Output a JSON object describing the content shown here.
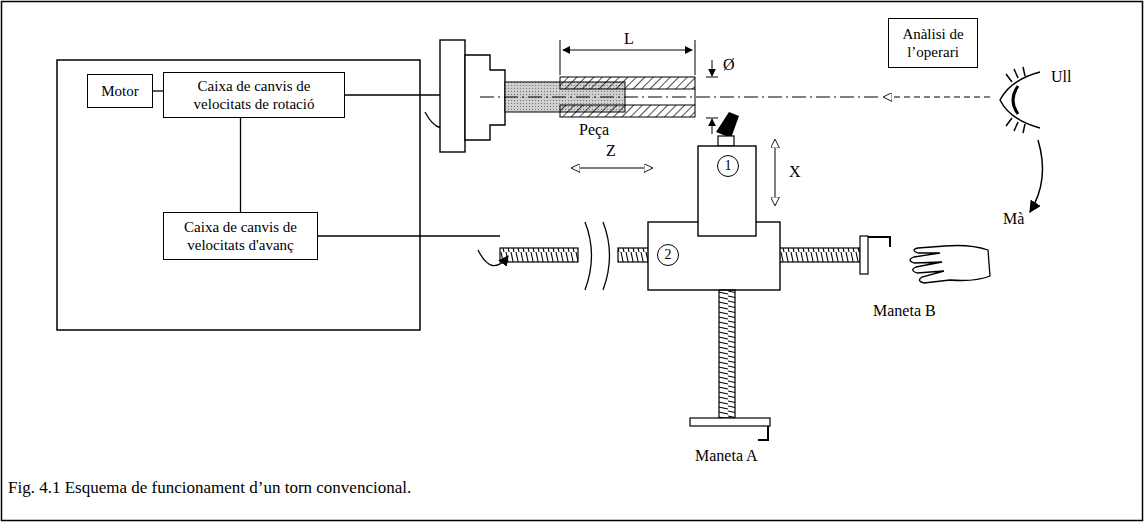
{
  "diagram": {
    "caption": "Fig. 4.1 Esquema de funcionament d’un torn convencional.",
    "nodes": [
      {
        "text": [
          "Motor"
        ]
      },
      {
        "text": [
          "Caixa de canvis de velocitats de rotació"
        ]
      },
      {
        "text": [
          "Caixa de canvis de velocitats d'avanç"
        ]
      },
      {
        "text": [
          "Anàlisi de l’operari"
        ]
      },
      {
        "text": [
          "1"
        ]
      },
      {
        "text": [
          "2"
        ]
      }
    ],
    "edges": [
      {
        "from": 0,
        "to": 1,
        "arrow": "none"
      },
      {
        "from": 1,
        "to": 2,
        "arrow": "none"
      }
    ],
    "labels": [
      "L",
      "Ø",
      "Peça",
      "X",
      "Z",
      "Ull",
      "Mà",
      "Maneta B",
      "Maneta A"
    ]
  }
}
